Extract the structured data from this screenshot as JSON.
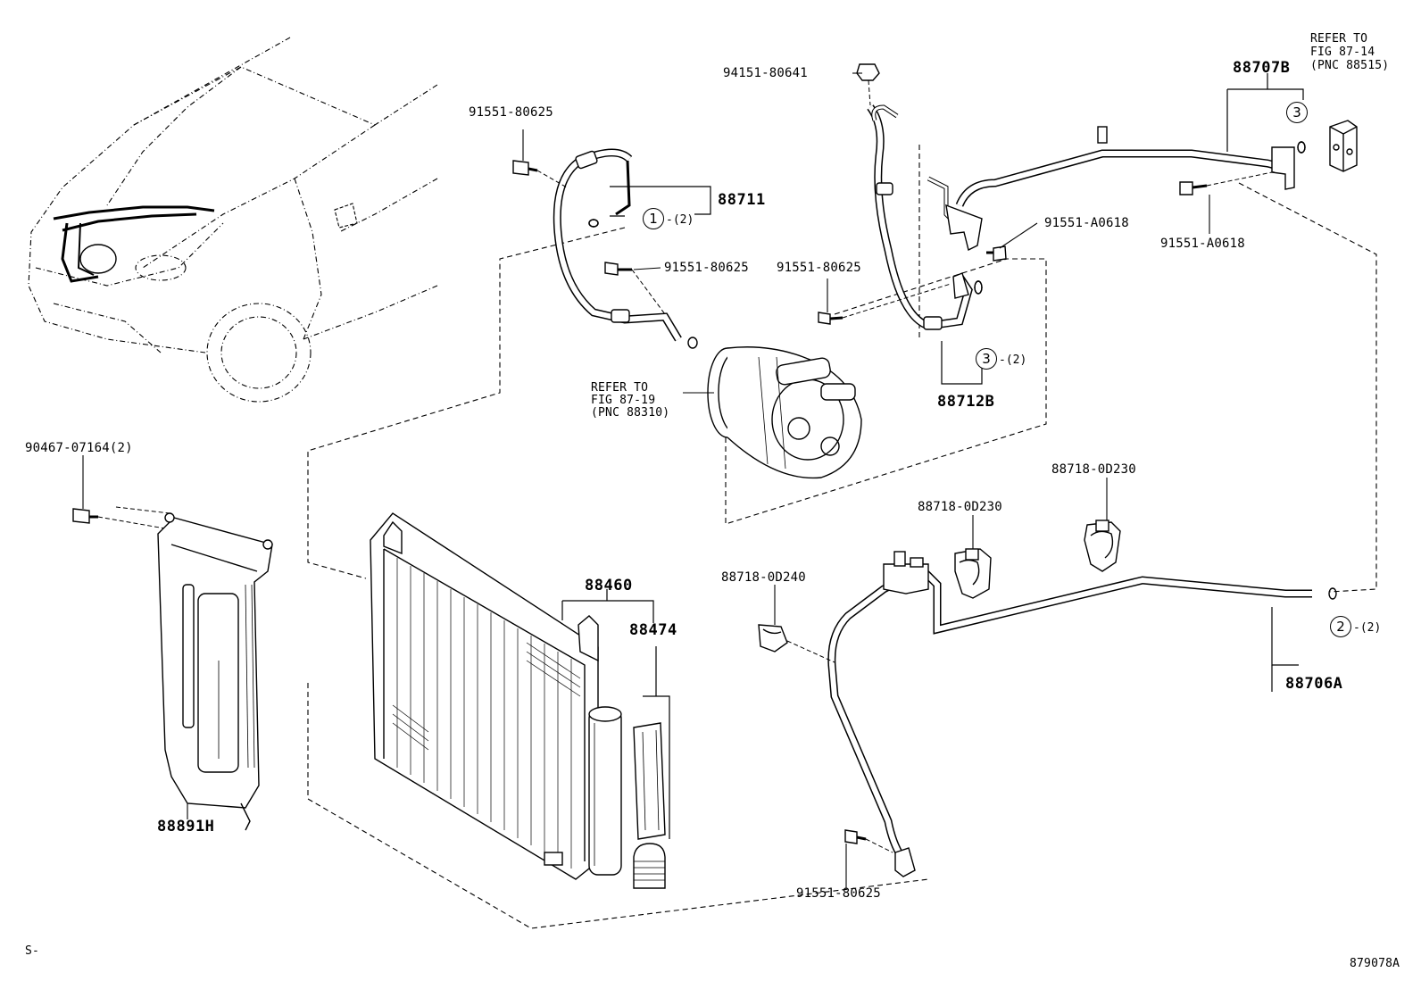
{
  "labels": {
    "p_94151_80641": "94151-80641",
    "p_91551_80625_a": "91551-80625",
    "p_88711": "88711",
    "p_91551_80625_b": "91551-80625",
    "p_91551_80625_c": "91551-80625",
    "p_91551_a0618_a": "91551-A0618",
    "p_91551_a0618_b": "91551-A0618",
    "p_88707b": "88707B",
    "p_88712b": "88712B",
    "p_90467_07164": "90467-07164(2)",
    "p_88460": "88460",
    "p_88474": "88474",
    "p_88891h": "88891H",
    "p_88718_0d230_a": "88718-0D230",
    "p_88718_0d230_b": "88718-0D230",
    "p_88718_0d240": "88718-0D240",
    "p_88706a": "88706A",
    "p_91551_80625_d": "91551-80625"
  },
  "refer_compressor": {
    "line1": "REFER TO",
    "line2": "FIG 87-19",
    "line3": "(PNC 88310)"
  },
  "refer_valve": {
    "line1": "REFER TO",
    "line2": "FIG 87-14",
    "line3": "(PNC 88515)"
  },
  "callouts": {
    "c1": {
      "num": "1",
      "qty": "-(2)"
    },
    "c2": {
      "num": "2",
      "qty": "-(2)"
    },
    "c3a": {
      "num": "3",
      "qty": ""
    },
    "c3b": {
      "num": "3",
      "qty": "-(2)"
    }
  },
  "footer": {
    "left_mark": "S-",
    "figure_id": "879078A"
  }
}
